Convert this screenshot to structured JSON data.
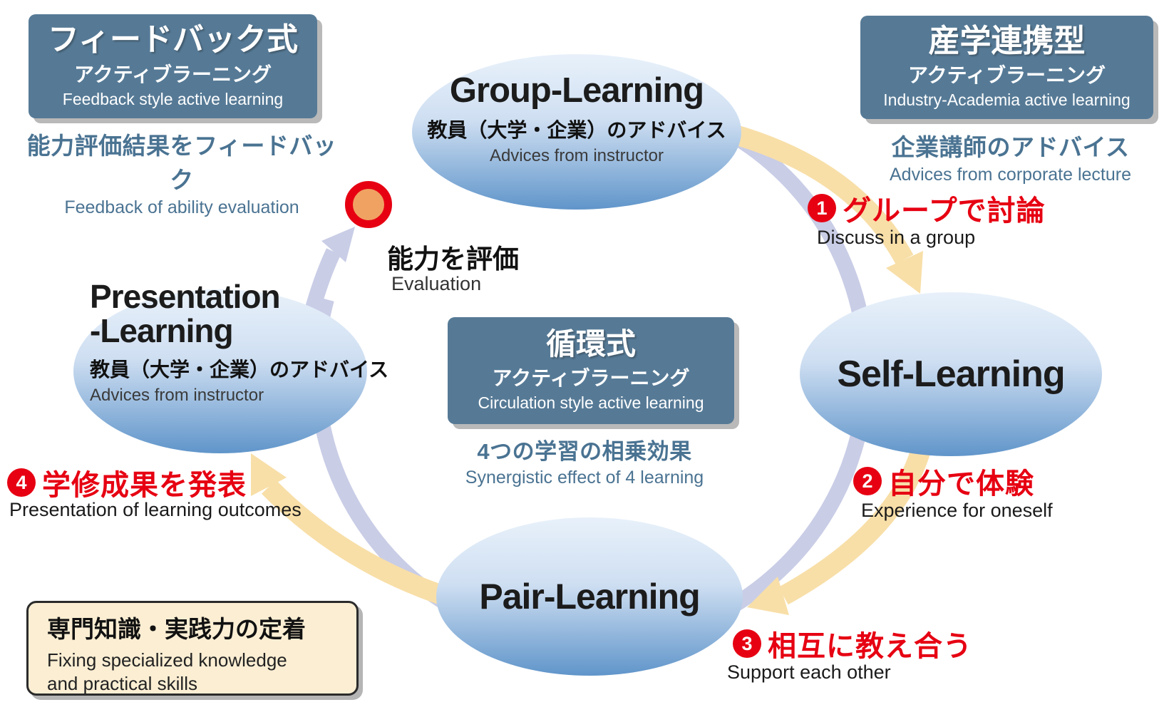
{
  "colors": {
    "header_box_bg": "#567a96",
    "note_blue": "#4a7392",
    "step_red": "#e60012",
    "cream_arrow": "#f8dfa8",
    "lavender_ring": "#c9cde6",
    "ellipse_top": "#e8f1fa",
    "ellipse_bottom": "#6095ca",
    "tan_box_bg": "#fbeed3",
    "eval_dot_ring": "#e60012",
    "eval_dot_fill": "#f0a263"
  },
  "boxes": {
    "feedback": {
      "title_jp": "フィードバック式",
      "subtitle_jp": "アクティブラーニング",
      "subtitle_en": "Feedback style active learning",
      "note_jp": "能力評価結果をフィードバック",
      "note_en": "Feedback of ability evaluation"
    },
    "industry": {
      "title_jp": "産学連携型",
      "subtitle_jp": "アクティブラーニング",
      "subtitle_en": "Industry-Academia active learning",
      "note_jp": "企業講師のアドバイス",
      "note_en": "Advices from corporate lecture"
    },
    "circulation": {
      "title_jp": "循環式",
      "subtitle_jp": "アクティブラーニング",
      "subtitle_en": "Circulation style active learning",
      "note_jp": "4つの学習の相乗効果",
      "note_en": "Synergistic effect of 4 learning"
    },
    "fixing": {
      "title_jp": "専門知識・実践力の定着",
      "en_line1": "Fixing specialized knowledge",
      "en_line2": "and practical skills"
    }
  },
  "nodes": {
    "group": {
      "title": "Group-Learning",
      "sub_jp": "教員（大学・企業）のアドバイス",
      "sub_en": "Advices from instructor"
    },
    "self": {
      "title": "Self-Learning"
    },
    "pair": {
      "title": "Pair-Learning"
    },
    "presentation": {
      "title_line1": "Presentation",
      "title_line2": "-Learning",
      "sub_jp": "教員（大学・企業）のアドバイス",
      "sub_en": "Advices from instructor"
    }
  },
  "steps": [
    {
      "num": "1",
      "jp": "グループで討論",
      "en": "Discuss in a group"
    },
    {
      "num": "2",
      "jp": "自分で体験",
      "en": "Experience for oneself"
    },
    {
      "num": "3",
      "jp": "相互に教え合う",
      "en": "Support each other"
    },
    {
      "num": "4",
      "jp": "学修成果を発表",
      "en": "Presentation of learning outcomes"
    }
  ],
  "evaluation": {
    "jp": "能力を評価",
    "en": "Evaluation"
  }
}
